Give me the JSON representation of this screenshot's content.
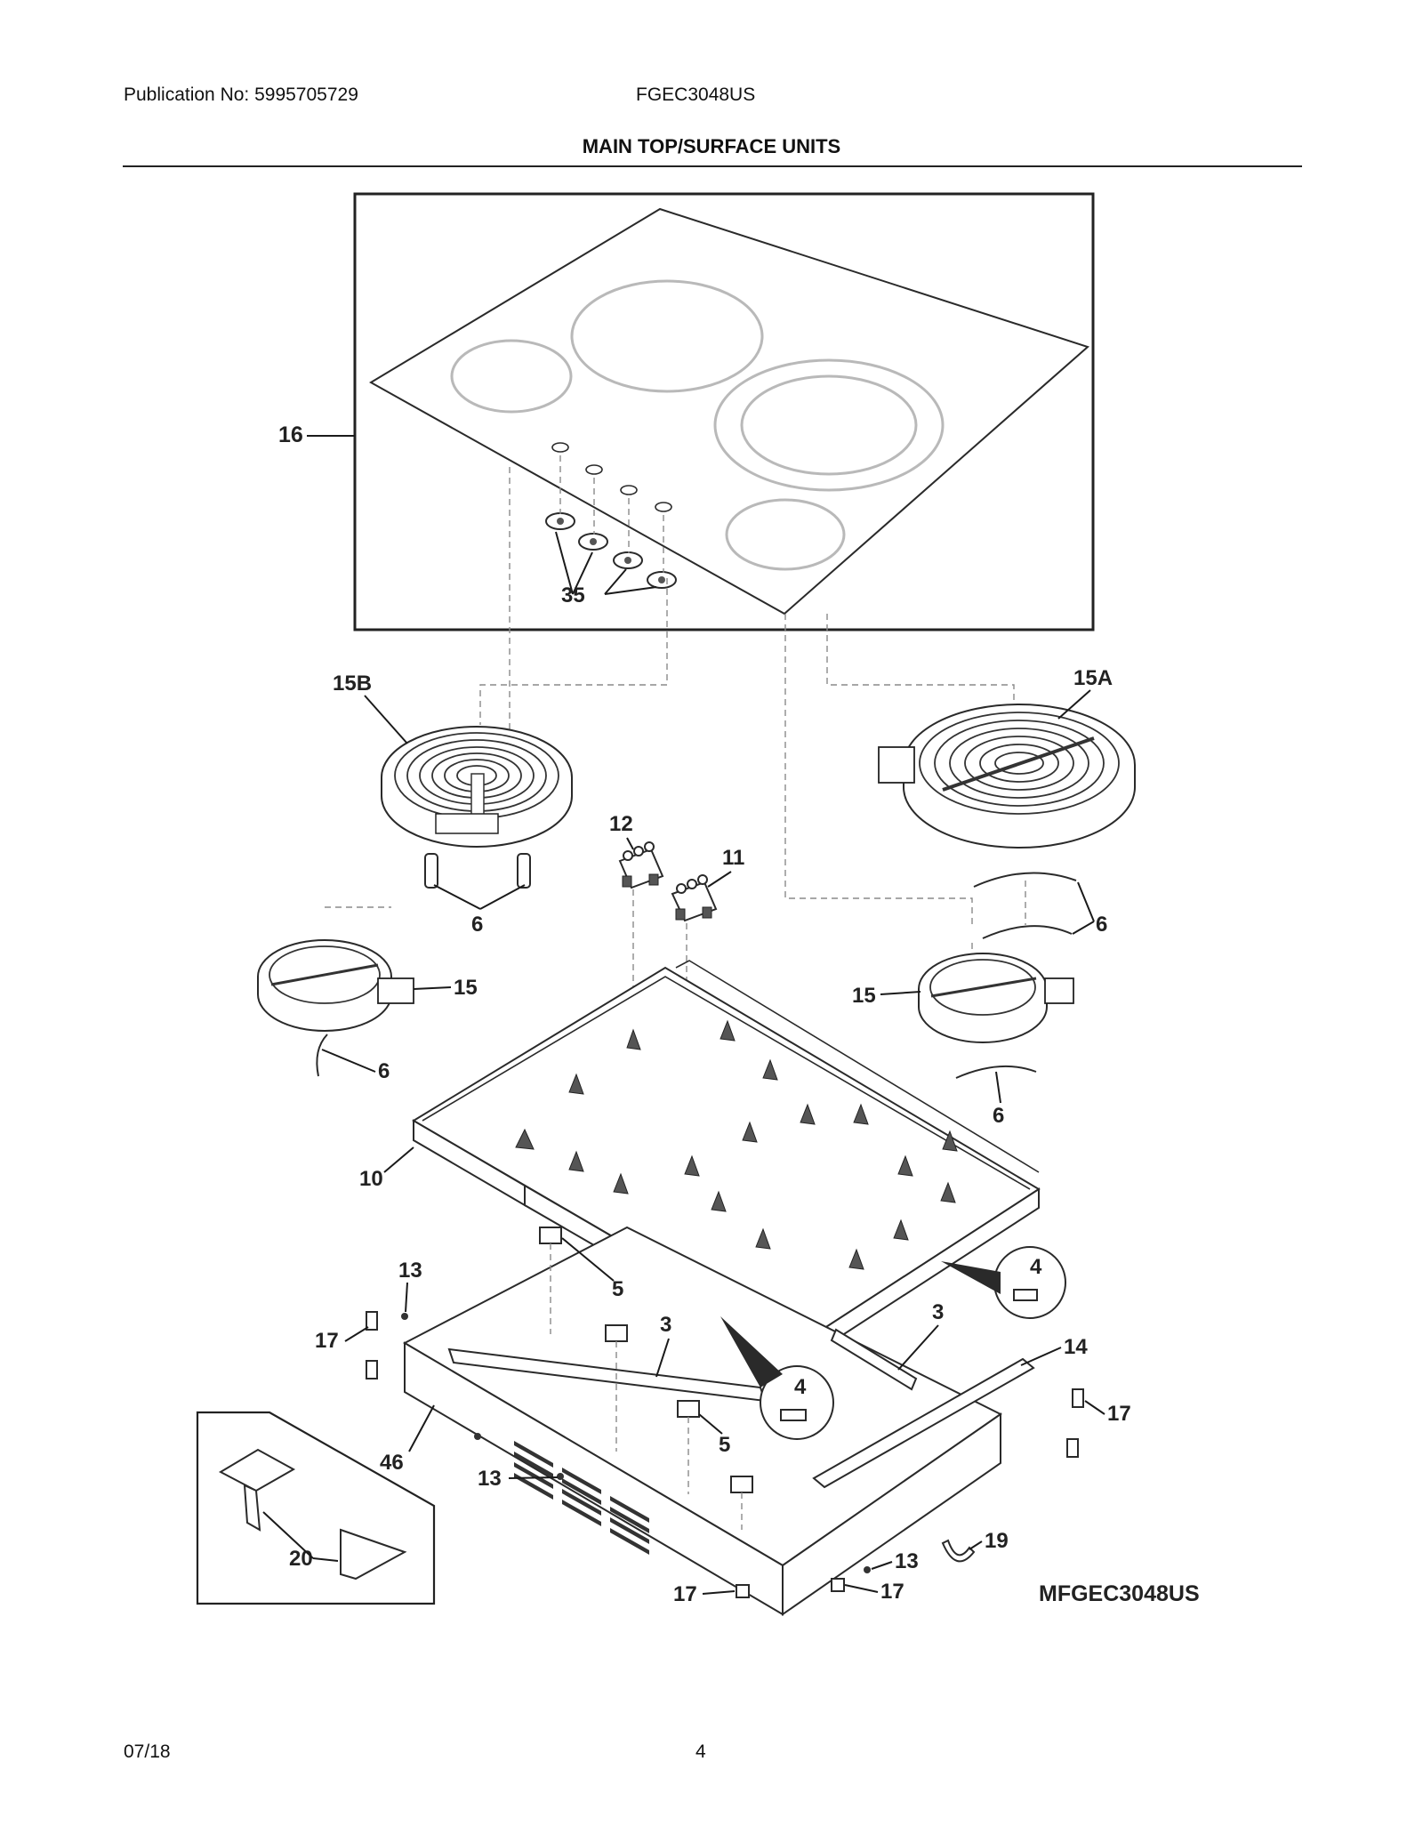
{
  "header": {
    "publication": "Publication No: 5995705729",
    "model": "FGEC3048US"
  },
  "page_title": "MAIN TOP/SURFACE UNITS",
  "diagram": {
    "drawing_id": "MFGEC3048US",
    "callouts": {
      "c16": "16",
      "c35": "35",
      "c15b": "15B",
      "c15a": "15A",
      "c12": "12",
      "c11": "11",
      "c6a": "6",
      "c6b": "6",
      "c6c": "6",
      "c6d": "6",
      "c15l": "15",
      "c15r": "15",
      "c10": "10",
      "c4a": "4",
      "c4b": "4",
      "c13a": "13",
      "c13b": "13",
      "c13c": "13",
      "c5a": "5",
      "c5b": "5",
      "c3a": "3",
      "c3b": "3",
      "c17a": "17",
      "c17b": "17",
      "c17c": "17",
      "c17d": "17",
      "c14": "14",
      "c46": "46",
      "c20": "20",
      "c19": "19"
    }
  },
  "footer": {
    "date": "07/18",
    "page": "4"
  }
}
